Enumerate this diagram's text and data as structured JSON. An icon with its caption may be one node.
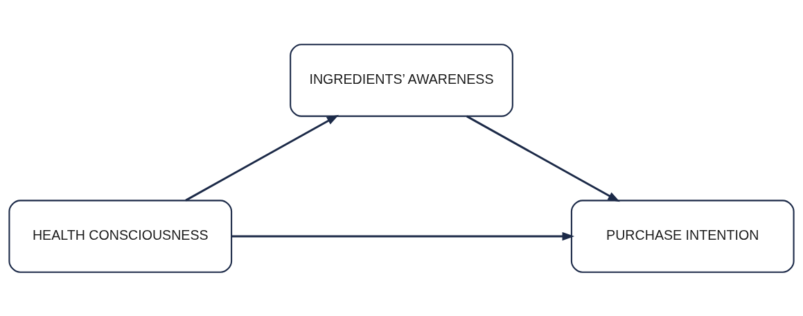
{
  "diagram": {
    "nodes": [
      {
        "text": [
          "INGREDIENTS’ AWARENESS"
        ]
      },
      {
        "text": [
          "HEALTH CONSCIOUSNESS"
        ]
      },
      {
        "text": [
          "PURCHASE INTENTION"
        ]
      }
    ],
    "edges": [
      {
        "from": 1,
        "to": 0,
        "arrow": "to"
      },
      {
        "from": 0,
        "to": 2,
        "arrow": "to"
      },
      {
        "from": 1,
        "to": 2,
        "arrow": "to"
      }
    ]
  }
}
